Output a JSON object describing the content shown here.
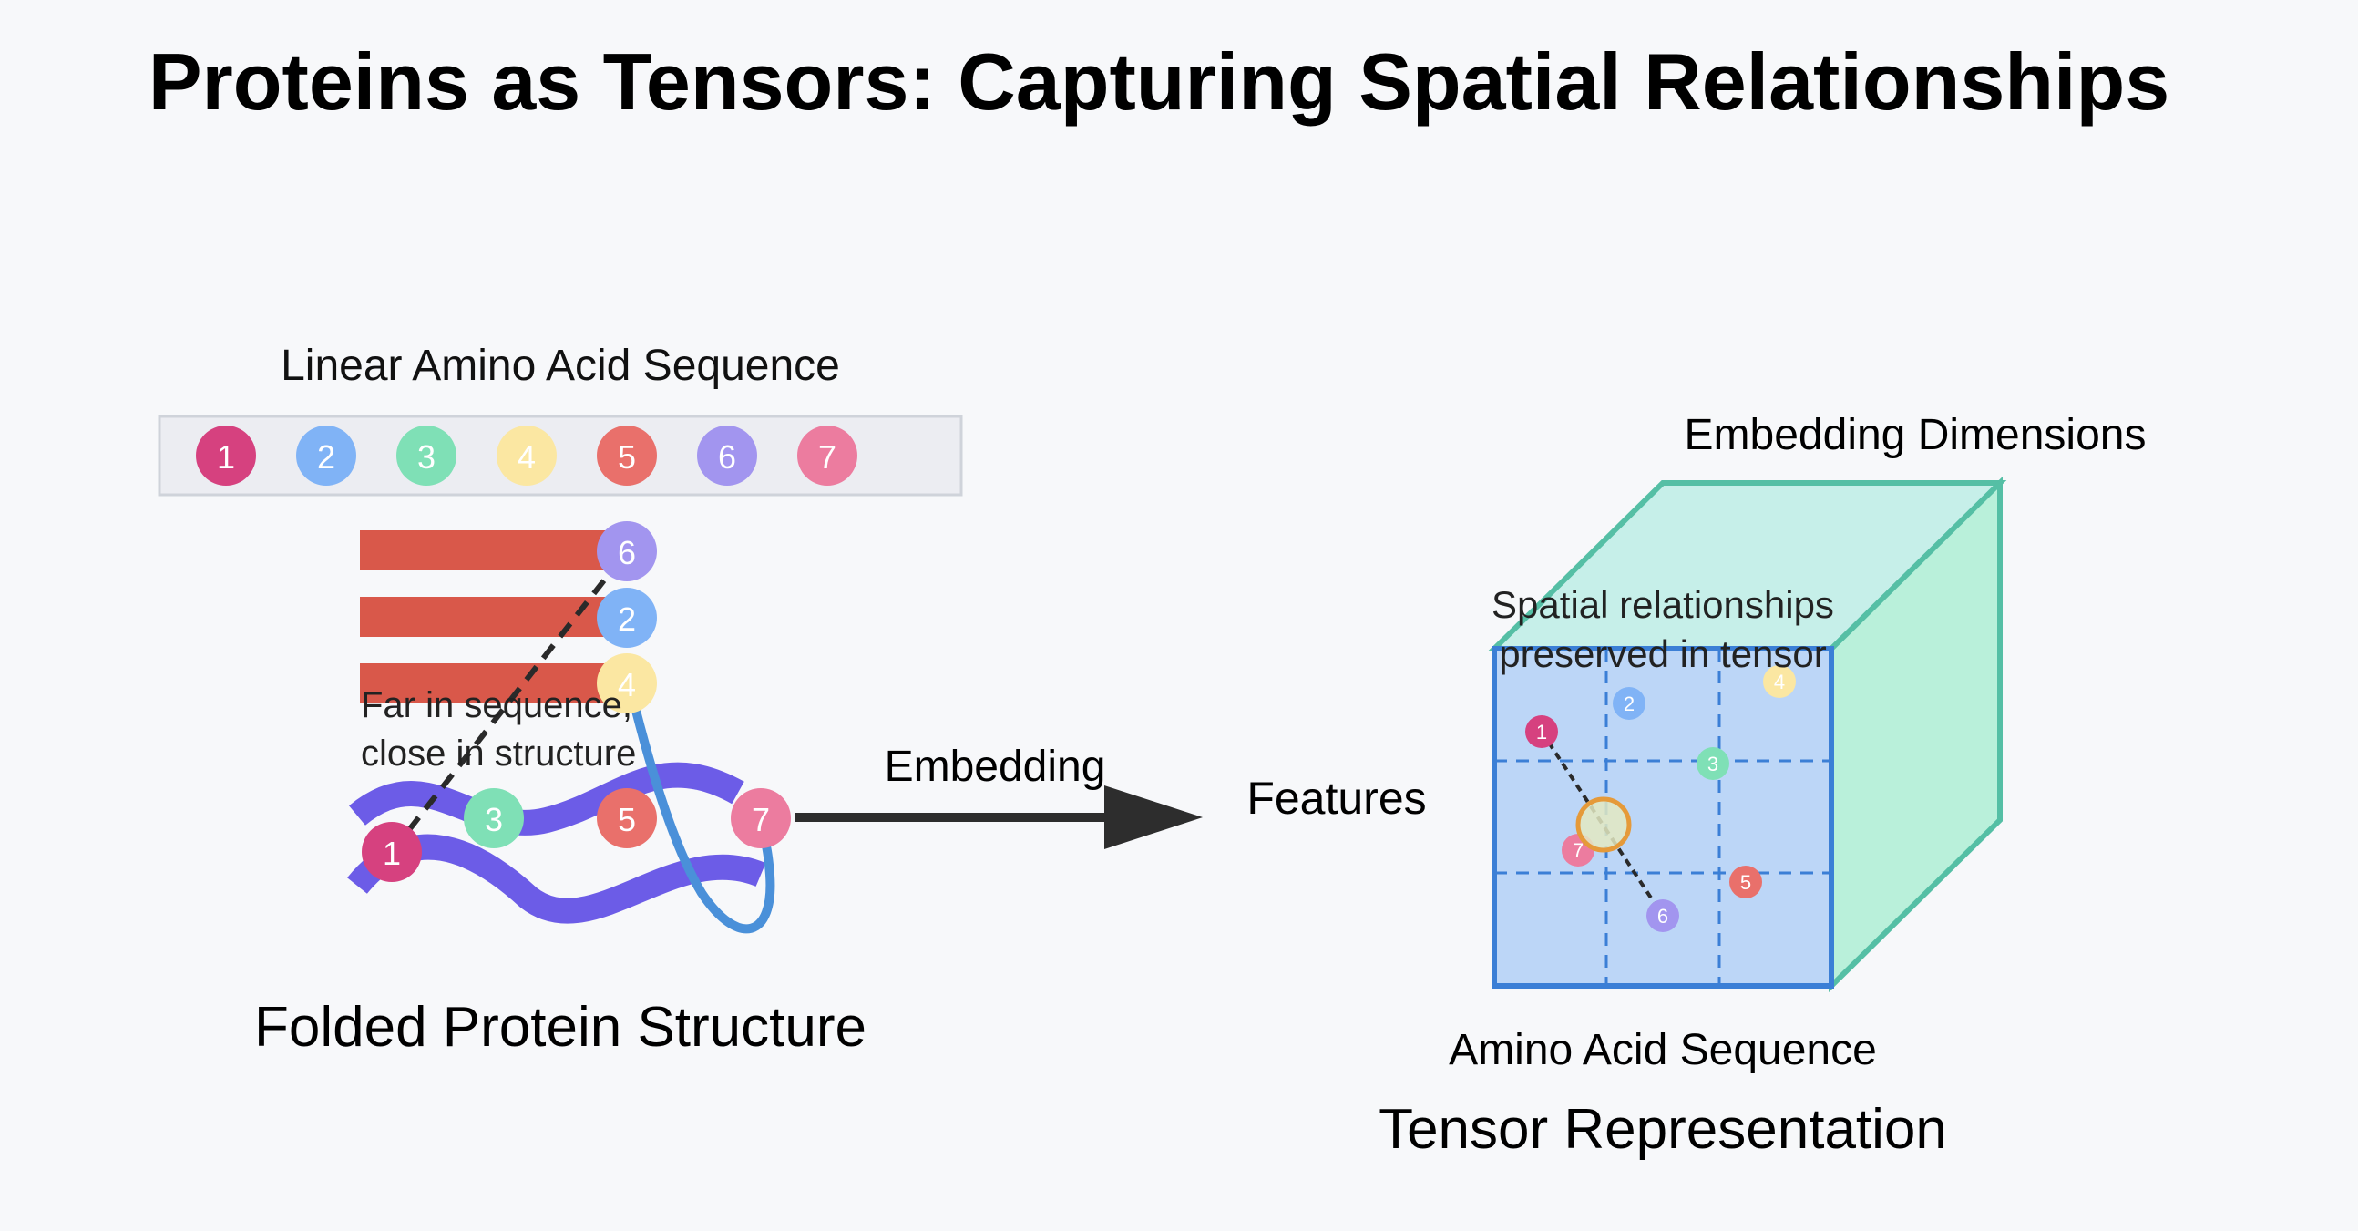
{
  "title": "Proteins as Tensors: Capturing Spatial Relationships",
  "sequence": {
    "label": "Linear Amino Acid Sequence",
    "residues": [
      {
        "label": "1",
        "color": "#d6417f"
      },
      {
        "label": "2",
        "color": "#80b3f6"
      },
      {
        "label": "3",
        "color": "#7fe0b6"
      },
      {
        "label": "4",
        "color": "#fbe7a2"
      },
      {
        "label": "5",
        "color": "#e9706b"
      },
      {
        "label": "6",
        "color": "#a295ef"
      },
      {
        "label": "7",
        "color": "#ec7c9f"
      }
    ]
  },
  "folded": {
    "label": "Folded Protein Structure",
    "annotation_line1": "Far in sequence,",
    "annotation_line2": "close in structure",
    "strand_color": "#d9584a",
    "helix_color": "#6c5ce7",
    "loop_color": "#4a90d9"
  },
  "arrow": {
    "label": "Embedding",
    "color": "#2d2d2d"
  },
  "tensor": {
    "top_label": "Embedding Dimensions",
    "left_label": "Features",
    "bottom_label": "Amino Acid Sequence",
    "title": "Tensor Representation",
    "note_line1": "Spatial relationships",
    "note_line2": "preserved in tensor",
    "front_color": "#bcd6f7",
    "top_color": "#c6efe9",
    "side_color": "#b9f0da",
    "edge_color": "#55bfa5",
    "front_edge_color": "#3b7fd6"
  }
}
